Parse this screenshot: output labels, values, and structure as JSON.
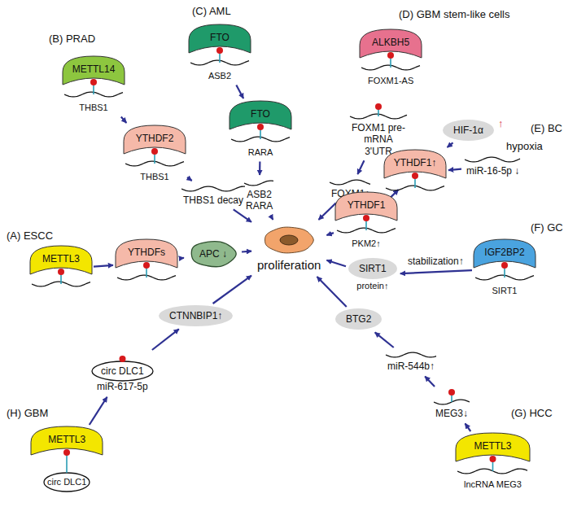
{
  "diagram": {
    "nodes": [
      {
        "text": [
          "METTL3"
        ]
      },
      {
        "text": [
          "YTHDFs"
        ]
      },
      {
        "text": [
          "APC ↓"
        ]
      },
      {
        "text": [
          "METTL14",
          "THBS1"
        ]
      },
      {
        "text": [
          "YTHDF2",
          "THBS1"
        ]
      },
      {
        "text": [
          "THBS1 decay"
        ]
      },
      {
        "text": [
          "FTO",
          "ASB2"
        ]
      },
      {
        "text": [
          "FTO",
          "RARA"
        ]
      },
      {
        "text": [
          "ASB2",
          "RARA"
        ]
      },
      {
        "text": [
          "ALKBH5",
          "FOXM1-AS"
        ]
      },
      {
        "text": [
          "FOXM1 pre-mRNA 3'UTR"
        ]
      },
      {
        "text": [
          "FOXM1↑"
        ]
      },
      {
        "text": [
          "HIF-1α"
        ]
      },
      {
        "text": [
          "miR-16-5p ↓"
        ]
      },
      {
        "text": [
          "YTHDF1↑"
        ]
      },
      {
        "text": [
          "YTHDF1",
          "PKM2↑"
        ]
      },
      {
        "text": [
          "IGF2BP2",
          "SIRT1"
        ]
      },
      {
        "text": [
          "SIRT1",
          "protein↑"
        ]
      },
      {
        "text": [
          "METTL3",
          "lncRNA MEG3"
        ]
      },
      {
        "text": [
          "MEG3↓"
        ]
      },
      {
        "text": [
          "miR-544b↑"
        ]
      },
      {
        "text": [
          "BTG2"
        ]
      },
      {
        "text": [
          "METTL3",
          "circ DLC1"
        ]
      },
      {
        "text": [
          "circ DLC1",
          "miR-617-5p"
        ]
      },
      {
        "text": [
          "CTNNBIP1↑"
        ]
      },
      {
        "text": [
          "proliferation"
        ]
      }
    ],
    "edges": [
      {
        "from": 0,
        "to": 1,
        "arrow": "to"
      },
      {
        "from": 1,
        "to": 2,
        "arrow": "to"
      },
      {
        "from": 2,
        "to": 25,
        "arrow": "to"
      },
      {
        "from": 3,
        "to": 4,
        "arrow": "to"
      },
      {
        "from": 4,
        "to": 5,
        "arrow": "to"
      },
      {
        "from": 5,
        "to": 25,
        "arrow": "to"
      },
      {
        "from": 6,
        "to": 7,
        "arrow": "to"
      },
      {
        "from": 7,
        "to": 8,
        "arrow": "to"
      },
      {
        "from": 8,
        "to": 25,
        "arrow": "to"
      },
      {
        "from": 10,
        "to": 11,
        "arrow": "to"
      },
      {
        "from": 11,
        "to": 25,
        "arrow": "to"
      },
      {
        "from": 12,
        "to": 14,
        "arrow": "to"
      },
      {
        "from": 13,
        "to": 14,
        "arrow": "to"
      },
      {
        "from": 14,
        "to": 15,
        "arrow": "to"
      },
      {
        "from": 15,
        "to": 25,
        "arrow": "to"
      },
      {
        "from": 16,
        "to": 17,
        "label": "stabilization↑",
        "arrow": "to"
      },
      {
        "from": 17,
        "to": 25,
        "arrow": "to"
      },
      {
        "from": 18,
        "to": 19,
        "arrow": "to"
      },
      {
        "from": 19,
        "to": 20,
        "arrow": "to"
      },
      {
        "from": 20,
        "to": 21,
        "arrow": "to"
      },
      {
        "from": 21,
        "to": 25,
        "arrow": "to"
      },
      {
        "from": 22,
        "to": 23,
        "arrow": "to"
      },
      {
        "from": 23,
        "to": 24,
        "arrow": "to"
      },
      {
        "from": 24,
        "to": 25,
        "arrow": "to"
      }
    ],
    "labels": [
      "(A) ESCC",
      "(B) PRAD",
      "(C) AML",
      "(D) GBM stem-like cells",
      "(E) BC",
      "(F) GC",
      "(G) HCC",
      "(H) GBM",
      "↑",
      "hypoxia"
    ]
  }
}
